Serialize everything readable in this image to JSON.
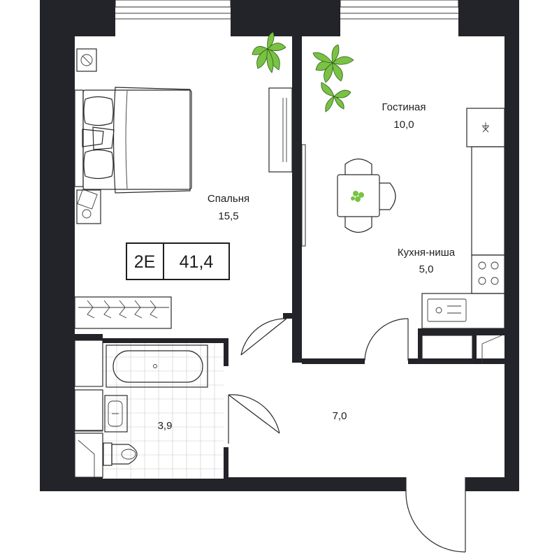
{
  "apartment": {
    "type_code": "2E",
    "total_area": "41,4"
  },
  "rooms": [
    {
      "id": "bedroom",
      "name": "Спальня",
      "area": "15,5"
    },
    {
      "id": "living",
      "name": "Гостиная",
      "area": "10,0"
    },
    {
      "id": "kitchen",
      "name": "Кухня-ниша",
      "area": "5,0"
    },
    {
      "id": "bathroom",
      "name": "",
      "area": "3,9"
    },
    {
      "id": "hall",
      "name": "",
      "area": "7,0"
    }
  ],
  "colors": {
    "wall": "#23232a",
    "plant": "#7ac243",
    "line": "#2a2a2a"
  }
}
